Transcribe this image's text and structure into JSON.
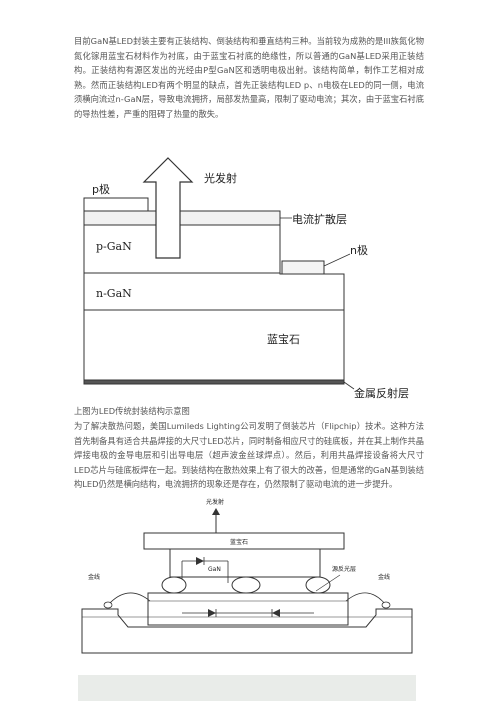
{
  "paragraph1": "目前GaN基LED封装主要有正装结构、倒装结构和垂直结构三种。当前较为成熟的是III族氮化物氮化镓用蓝宝石材料作为衬底，由于蓝宝石衬底的绝缘性，所以普通的GaN基LED采用正装结构。正装结构有源区发出的光经由P型GaN区和透明电极出射。该结构简单，制作工艺相对成熟。然而正装结构LED有两个明显的缺点，首先正装结构LED p、n电极在LED的同一侧，电流须横向流过n-GaN层，导致电流拥挤，局部发热量高，限制了驱动电流；其次，由于蓝宝石衬底的导热性差，严重的阻碍了热量的散失。",
  "figure1": {
    "labels": {
      "p_electrode": "p极",
      "light_emission": "光发射",
      "current_spreading": "电流扩散层",
      "p_gan": "p-GaN",
      "n_electrode": "n极",
      "n_gan": "n-GaN",
      "sapphire": "蓝宝石",
      "metal_reflector": "金属反射层"
    }
  },
  "caption1": "上图为LED传统封装结构示意图",
  "paragraph2": "为了解决散热问题，美国Lumileds Lighting公司发明了倒装芯片（Flipchip）技术。这种方法首先制备具有适合共晶焊接的大尺寸LED芯片，同时制备相应尺寸的硅底板，并在其上制作共晶焊接电极的金导电层和引出导电层（超声波金丝球焊点）。然后，利用共晶焊接设备将大尺寸LED芯片与硅底板焊在一起。到装结构在散热效果上有了很大的改善，但是通常的GaN基到装结构LED仍然是横向结构，电流拥挤的现象还是存在，仍然限制了驱动电流的进一步提升。",
  "figure2": {
    "labels": {
      "light_out": "光发射",
      "sapphire": "蓝宝石",
      "gan": "GaN",
      "gold_wire_left": "金线",
      "gold_wire_right": "金线",
      "reflector": "源反光层"
    }
  }
}
